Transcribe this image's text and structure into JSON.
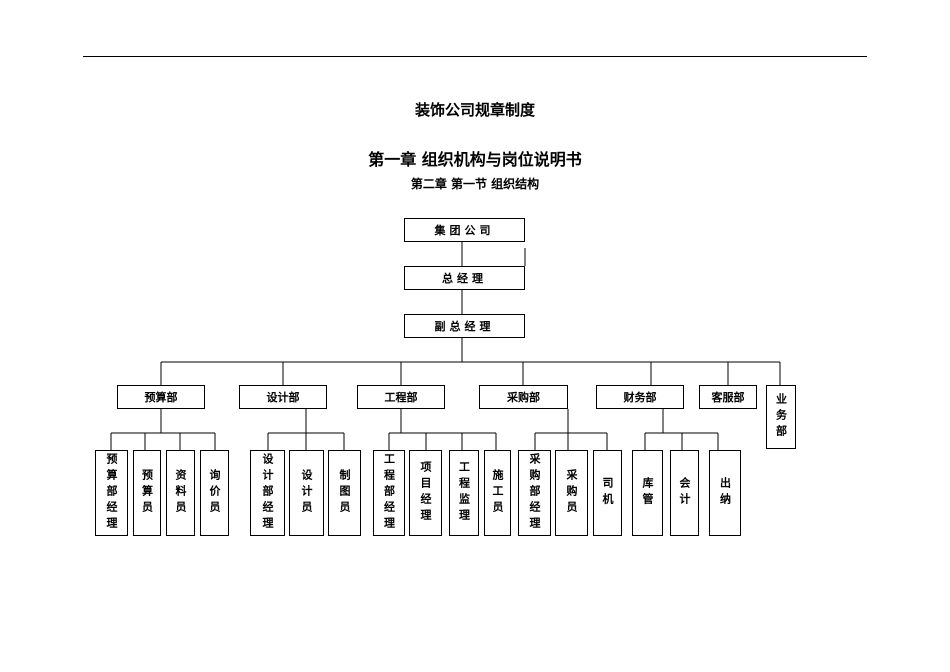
{
  "doc": {
    "title": "装饰公司规章制度",
    "chapter": "第一章  组织机构与岗位说明书",
    "section": "第二章  第一节  组织结构"
  },
  "org": {
    "group": "集团公司",
    "gm": "总经理",
    "deputy": "副总经理",
    "departments": {
      "budget": "预算部",
      "design": "设计部",
      "engineering": "工程部",
      "purchasing": "采购部",
      "finance": "财务部",
      "service": "客服部",
      "business": "业务部"
    },
    "roles": {
      "budget_manager": "预算部经理",
      "budget_staff": "预算员",
      "data_staff": "资料员",
      "pricing_staff": "询价员",
      "design_manager": "设计部经理",
      "designer": "设计员",
      "drafter": "制图员",
      "eng_manager": "工程部经理",
      "project_manager": "项目经理",
      "supervisor": "工程监理",
      "constructor": "施工员",
      "purch_manager": "采购部经理",
      "purchaser": "采购员",
      "driver": "司机",
      "warehouse": "库管",
      "accountant": "会计",
      "cashier": "出纳"
    }
  }
}
